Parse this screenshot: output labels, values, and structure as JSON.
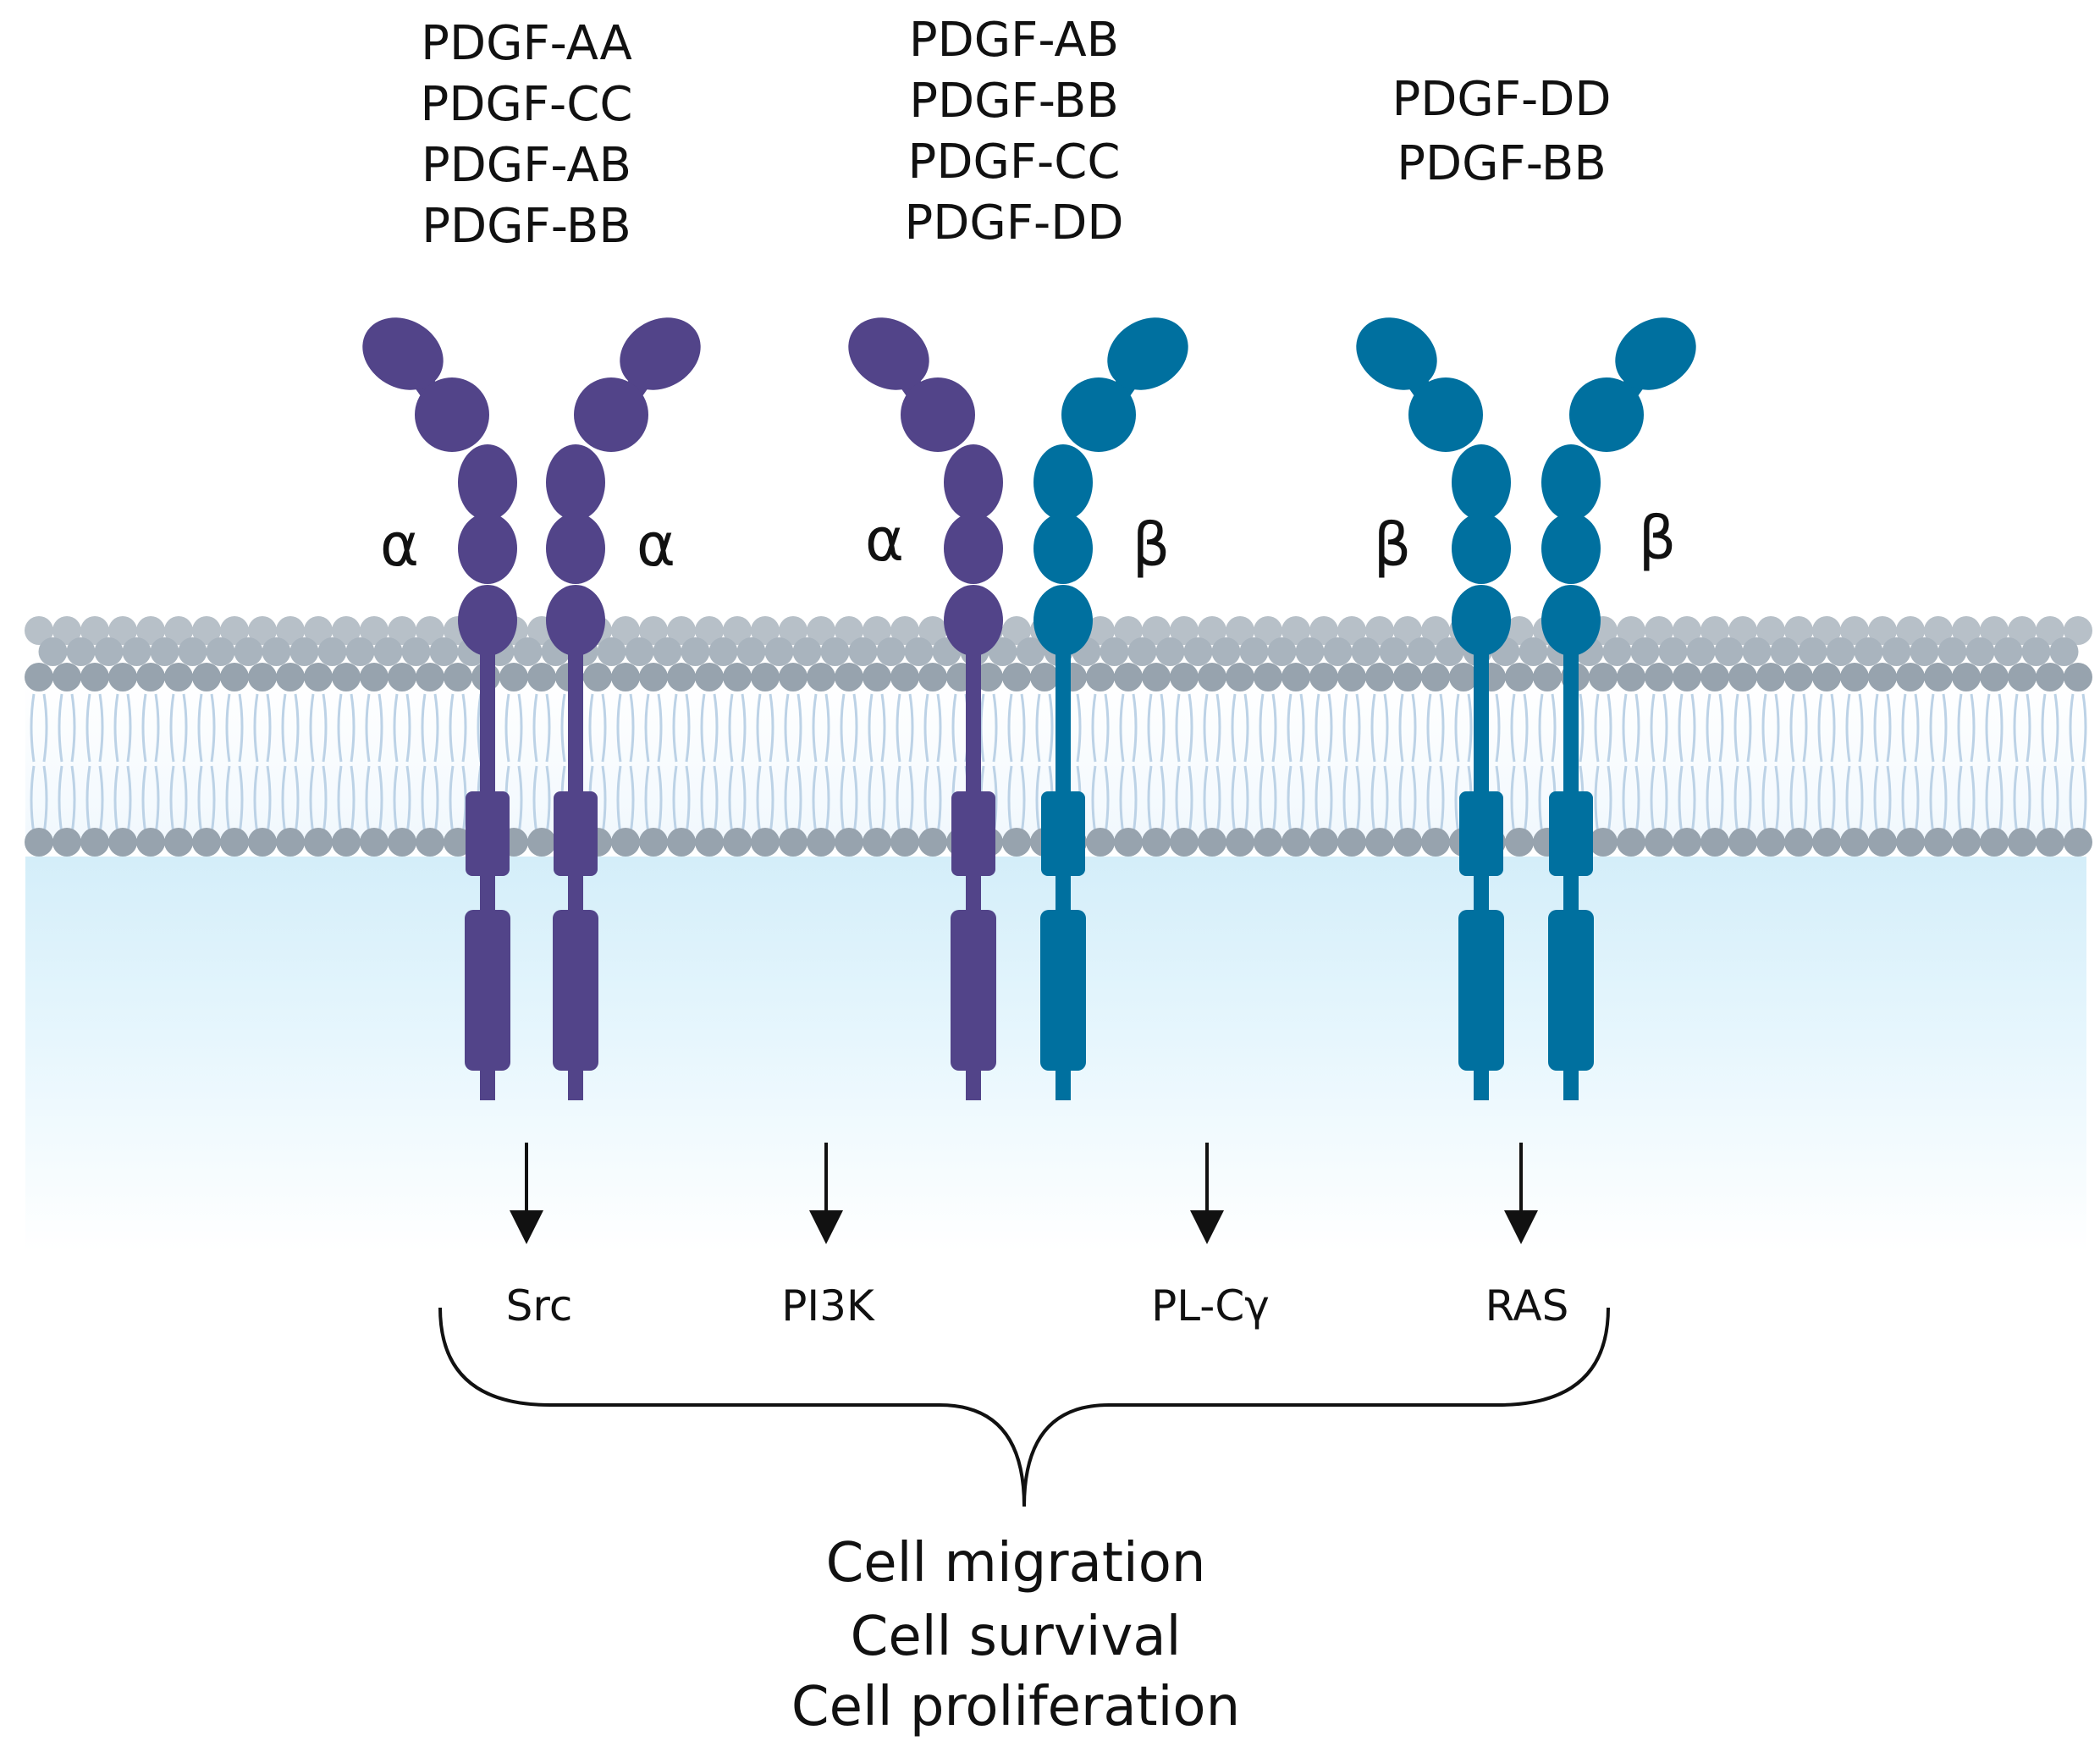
{
  "colors": {
    "alpha": "#524489",
    "beta": "#00709f",
    "head": "#97a3ae",
    "head_light": "#b7c0c8",
    "tail": "#bcd2e6",
    "cytoplasm": "#e0f4fc",
    "text": "#111111"
  },
  "receptors": [
    {
      "ligands": [
        "PDGF-AA",
        "PDGF-CC",
        "PDGF-AB",
        "PDGF-BB"
      ],
      "left_chain": {
        "subunit": "α"
      },
      "right_chain": {
        "subunit": "α"
      }
    },
    {
      "ligands": [
        "PDGF-AB",
        "PDGF-BB",
        "PDGF-CC",
        "PDGF-DD"
      ],
      "left_chain": {
        "subunit": "α"
      },
      "right_chain": {
        "subunit": "β"
      }
    },
    {
      "ligands": [
        "PDGF-DD",
        "PDGF-BB"
      ],
      "left_chain": {
        "subunit": "β"
      },
      "right_chain": {
        "subunit": "β"
      }
    }
  ],
  "effectors": [
    "Src",
    "PI3K",
    "PL-Cγ",
    "RAS"
  ],
  "outcomes": [
    "Cell migration",
    "Cell survival",
    "Cell proliferation"
  ]
}
